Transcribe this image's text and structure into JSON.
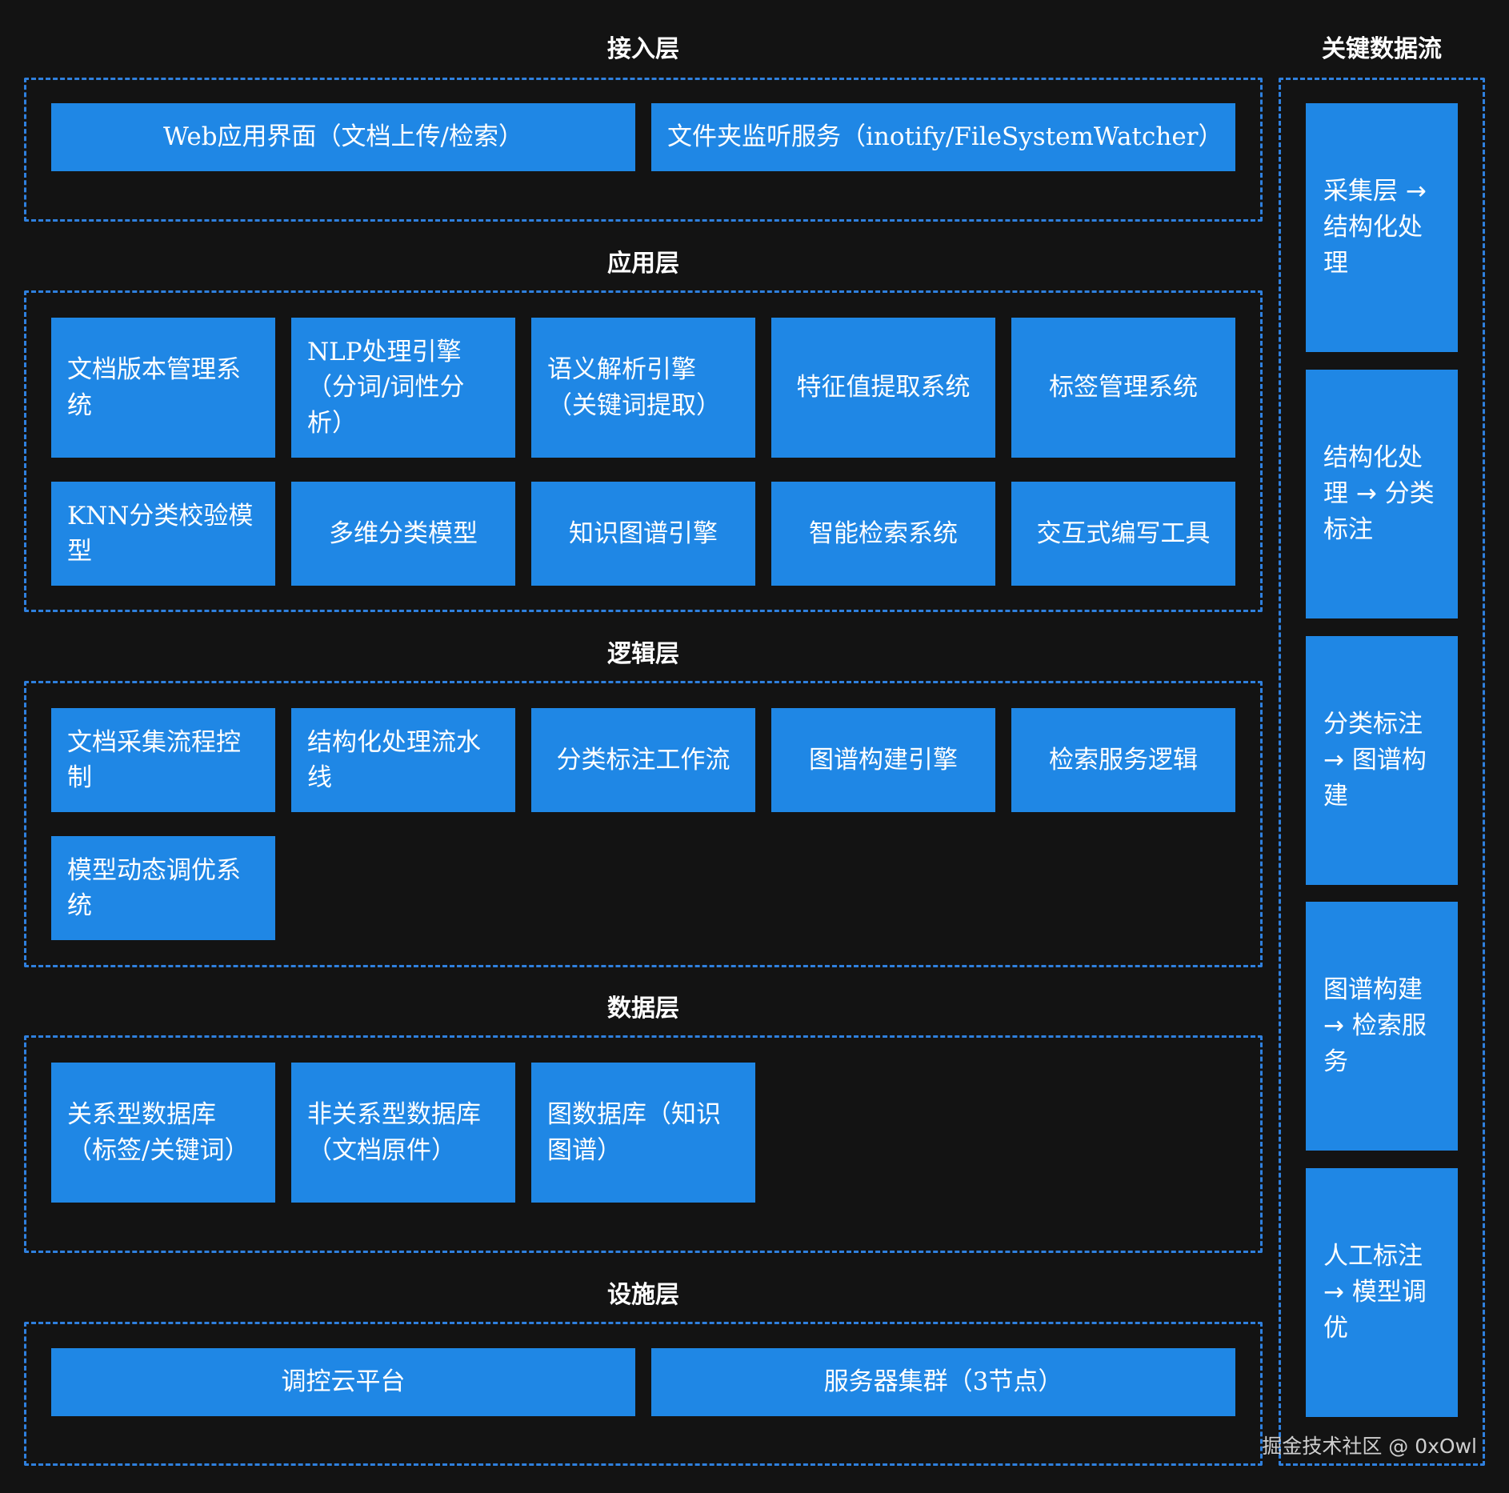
{
  "layers": [
    {
      "title": "接入层",
      "items": [
        "Web应用界面（文档上传/检索）",
        "文件夹监听服务（inotify/FileSystemWatcher）"
      ]
    },
    {
      "title": "应用层",
      "items": [
        "文档版本管理系统",
        "NLP处理引擎（分词/词性分析）",
        "语义解析引擎（关键词提取）",
        "特征值提取系统",
        "标签管理系统",
        "KNN分类校验模型",
        "多维分类模型",
        "知识图谱引擎",
        "智能检索系统",
        "交互式编写工具"
      ]
    },
    {
      "title": "逻辑层",
      "items": [
        "文档采集流程控制",
        "结构化处理流水线",
        "分类标注工作流",
        "图谱构建引擎",
        "检索服务逻辑",
        "模型动态调优系统"
      ]
    },
    {
      "title": "数据层",
      "items": [
        "关系型数据库（标签/关键词）",
        "非关系型数据库（文档原件）",
        "图数据库（知识图谱）"
      ]
    },
    {
      "title": "设施层",
      "items": [
        "调控云平台",
        "服务器集群（3节点）"
      ]
    }
  ],
  "flow": {
    "title": "关键数据流",
    "items": [
      "采集层 → 结构化处理",
      "结构化处理 → 分类标注",
      "分类标注 → 图谱构建",
      "图谱构建 → 检索服务",
      "人工标注 → 模型调优"
    ]
  },
  "watermark": "掘金技术社区 @ 0xOwl",
  "colors": {
    "background": "#131313",
    "box_fill": "#1f87e5",
    "frame_border": "#2f80de",
    "text": "#ffffff"
  }
}
